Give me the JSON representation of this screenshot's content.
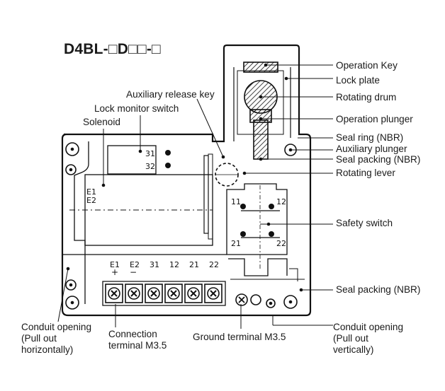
{
  "title": "D4BL-□D□□-□",
  "colors": {
    "ink": "#111111",
    "label": "#1a1a1a",
    "background": "#ffffff"
  },
  "labels": {
    "operation_key": "Operation Key",
    "lock_plate": "Lock plate",
    "rotating_drum": "Rotating drum",
    "auxiliary_release_key": "Auxiliary release key",
    "lock_monitor_switch": "Lock monitor switch",
    "solenoid": "Solenoid",
    "operation_plunger": "Operation plunger",
    "seal_ring": "Seal ring (NBR)",
    "auxiliary_plunger": "Auxiliary plunger",
    "seal_packing_top": "Seal packing (NBR)",
    "rotating_lever": "Rotating lever",
    "safety_switch": "Safety switch",
    "seal_packing_bottom": "Seal packing (NBR)",
    "conduit_horizontal": [
      "Conduit opening",
      "(Pull out",
      "horizontally)"
    ],
    "connection_terminal": [
      "Connection",
      "terminal M3.5"
    ],
    "ground_terminal": "Ground terminal M3.5",
    "conduit_vertical": [
      "Conduit opening",
      "(Pull out",
      "vertically)"
    ]
  },
  "inner_marks": {
    "lock_monitor_contacts": [
      "31",
      "32"
    ],
    "solenoid_terminals": [
      "E1",
      "E2"
    ],
    "safety_contacts_top": [
      "11",
      "12"
    ],
    "safety_contacts_bottom": [
      "21",
      "22"
    ],
    "terminal_block": [
      "E1",
      "E2",
      "31",
      "12",
      "21",
      "22"
    ],
    "terminal_polarity": [
      "+",
      "−"
    ]
  }
}
